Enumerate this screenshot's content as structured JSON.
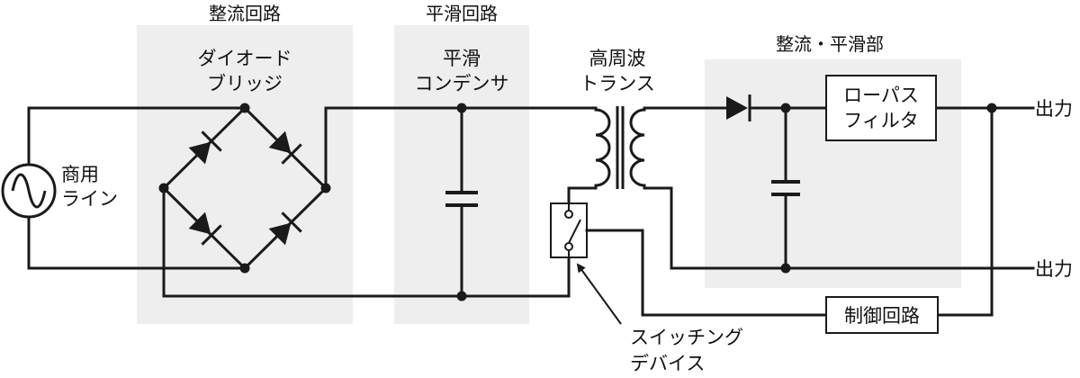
{
  "colors": {
    "section_bg": "#eeeeee",
    "line": "#1a1a1a",
    "background": "#ffffff"
  },
  "sections": {
    "rectifier": "整流回路",
    "smoothing": "平滑回路",
    "rect_smooth": "整流・平滑部"
  },
  "labels": {
    "ac_line_1": "商用",
    "ac_line_2": "ライン",
    "bridge_1": "ダイオード",
    "bridge_2": "ブリッジ",
    "cap_1": "平滑",
    "cap_2": "コンデンサ",
    "transformer_1": "高周波",
    "transformer_2": "トランス",
    "lpf_1": "ローパス",
    "lpf_2": "フィルタ",
    "output_top": "出力",
    "output_bottom": "出力",
    "control": "制御回路",
    "switch_1": "スイッチング",
    "switch_2": "デバイス"
  },
  "icons": {
    "ac_source": "ac-source-icon",
    "diode": "diode-icon",
    "capacitor": "capacitor-icon",
    "transformer": "transformer-icon",
    "switch": "switch-icon",
    "junction": "junction-dot"
  }
}
